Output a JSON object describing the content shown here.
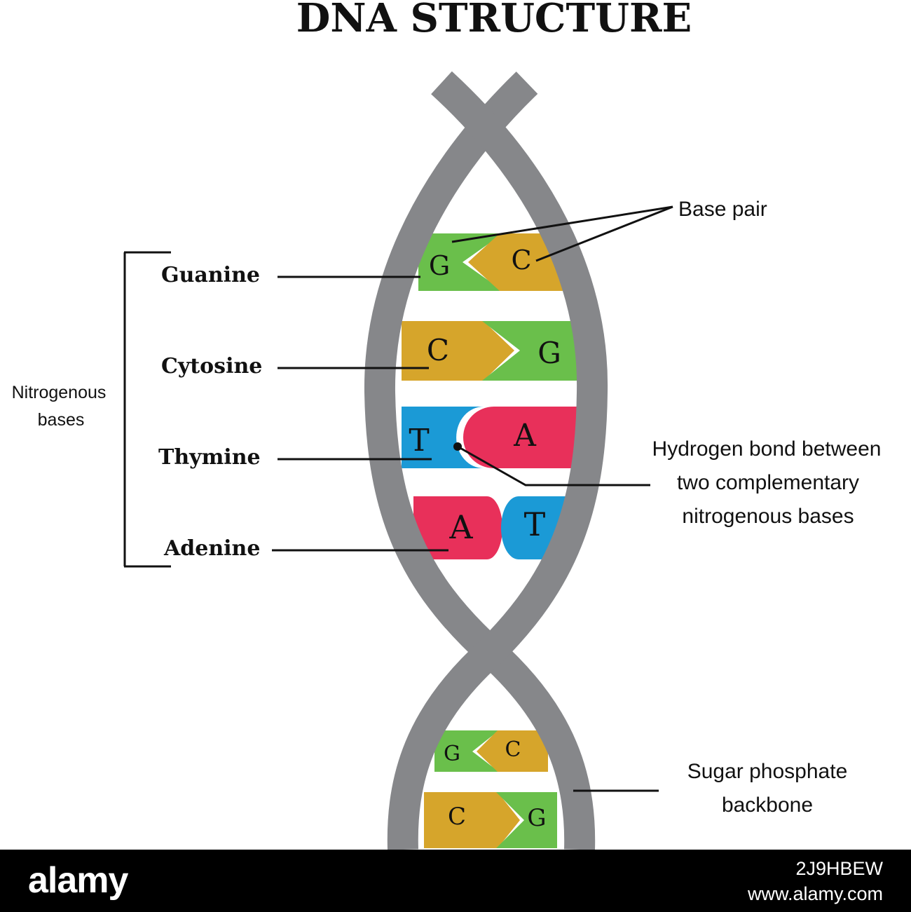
{
  "title": "DNA STRUCTURE",
  "labels": {
    "guanine": "Guanine",
    "cytosine": "Cytosine",
    "thymine": "Thymine",
    "adenine": "Adenine",
    "nitrogenous_line1": "Nitrogenous",
    "nitrogenous_line2": "bases",
    "base_pair": "Base pair",
    "hydrogen_line1": "Hydrogen bond between",
    "hydrogen_line2": "two complementary",
    "hydrogen_line3": "nitrogenous bases",
    "sugar_line1": "Sugar phosphate",
    "sugar_line2": "backbone"
  },
  "base_letters": {
    "pair1_left": "G",
    "pair1_right": "C",
    "pair2_left": "C",
    "pair2_right": "G",
    "pair3_left": "T",
    "pair3_right": "A",
    "pair4_left": "A",
    "pair4_right": "T",
    "pair5_left": "G",
    "pair5_right": "C",
    "pair6_left": "C",
    "pair6_right": "G"
  },
  "colors": {
    "backbone": "#86878a",
    "guanine": "#6abf4b",
    "cytosine": "#d6a52b",
    "thymine": "#1b9ad6",
    "adenine": "#e8305a"
  },
  "footer": {
    "logo": "alamy",
    "image_id": "2J9HBEW",
    "url": "www.alamy.com"
  }
}
